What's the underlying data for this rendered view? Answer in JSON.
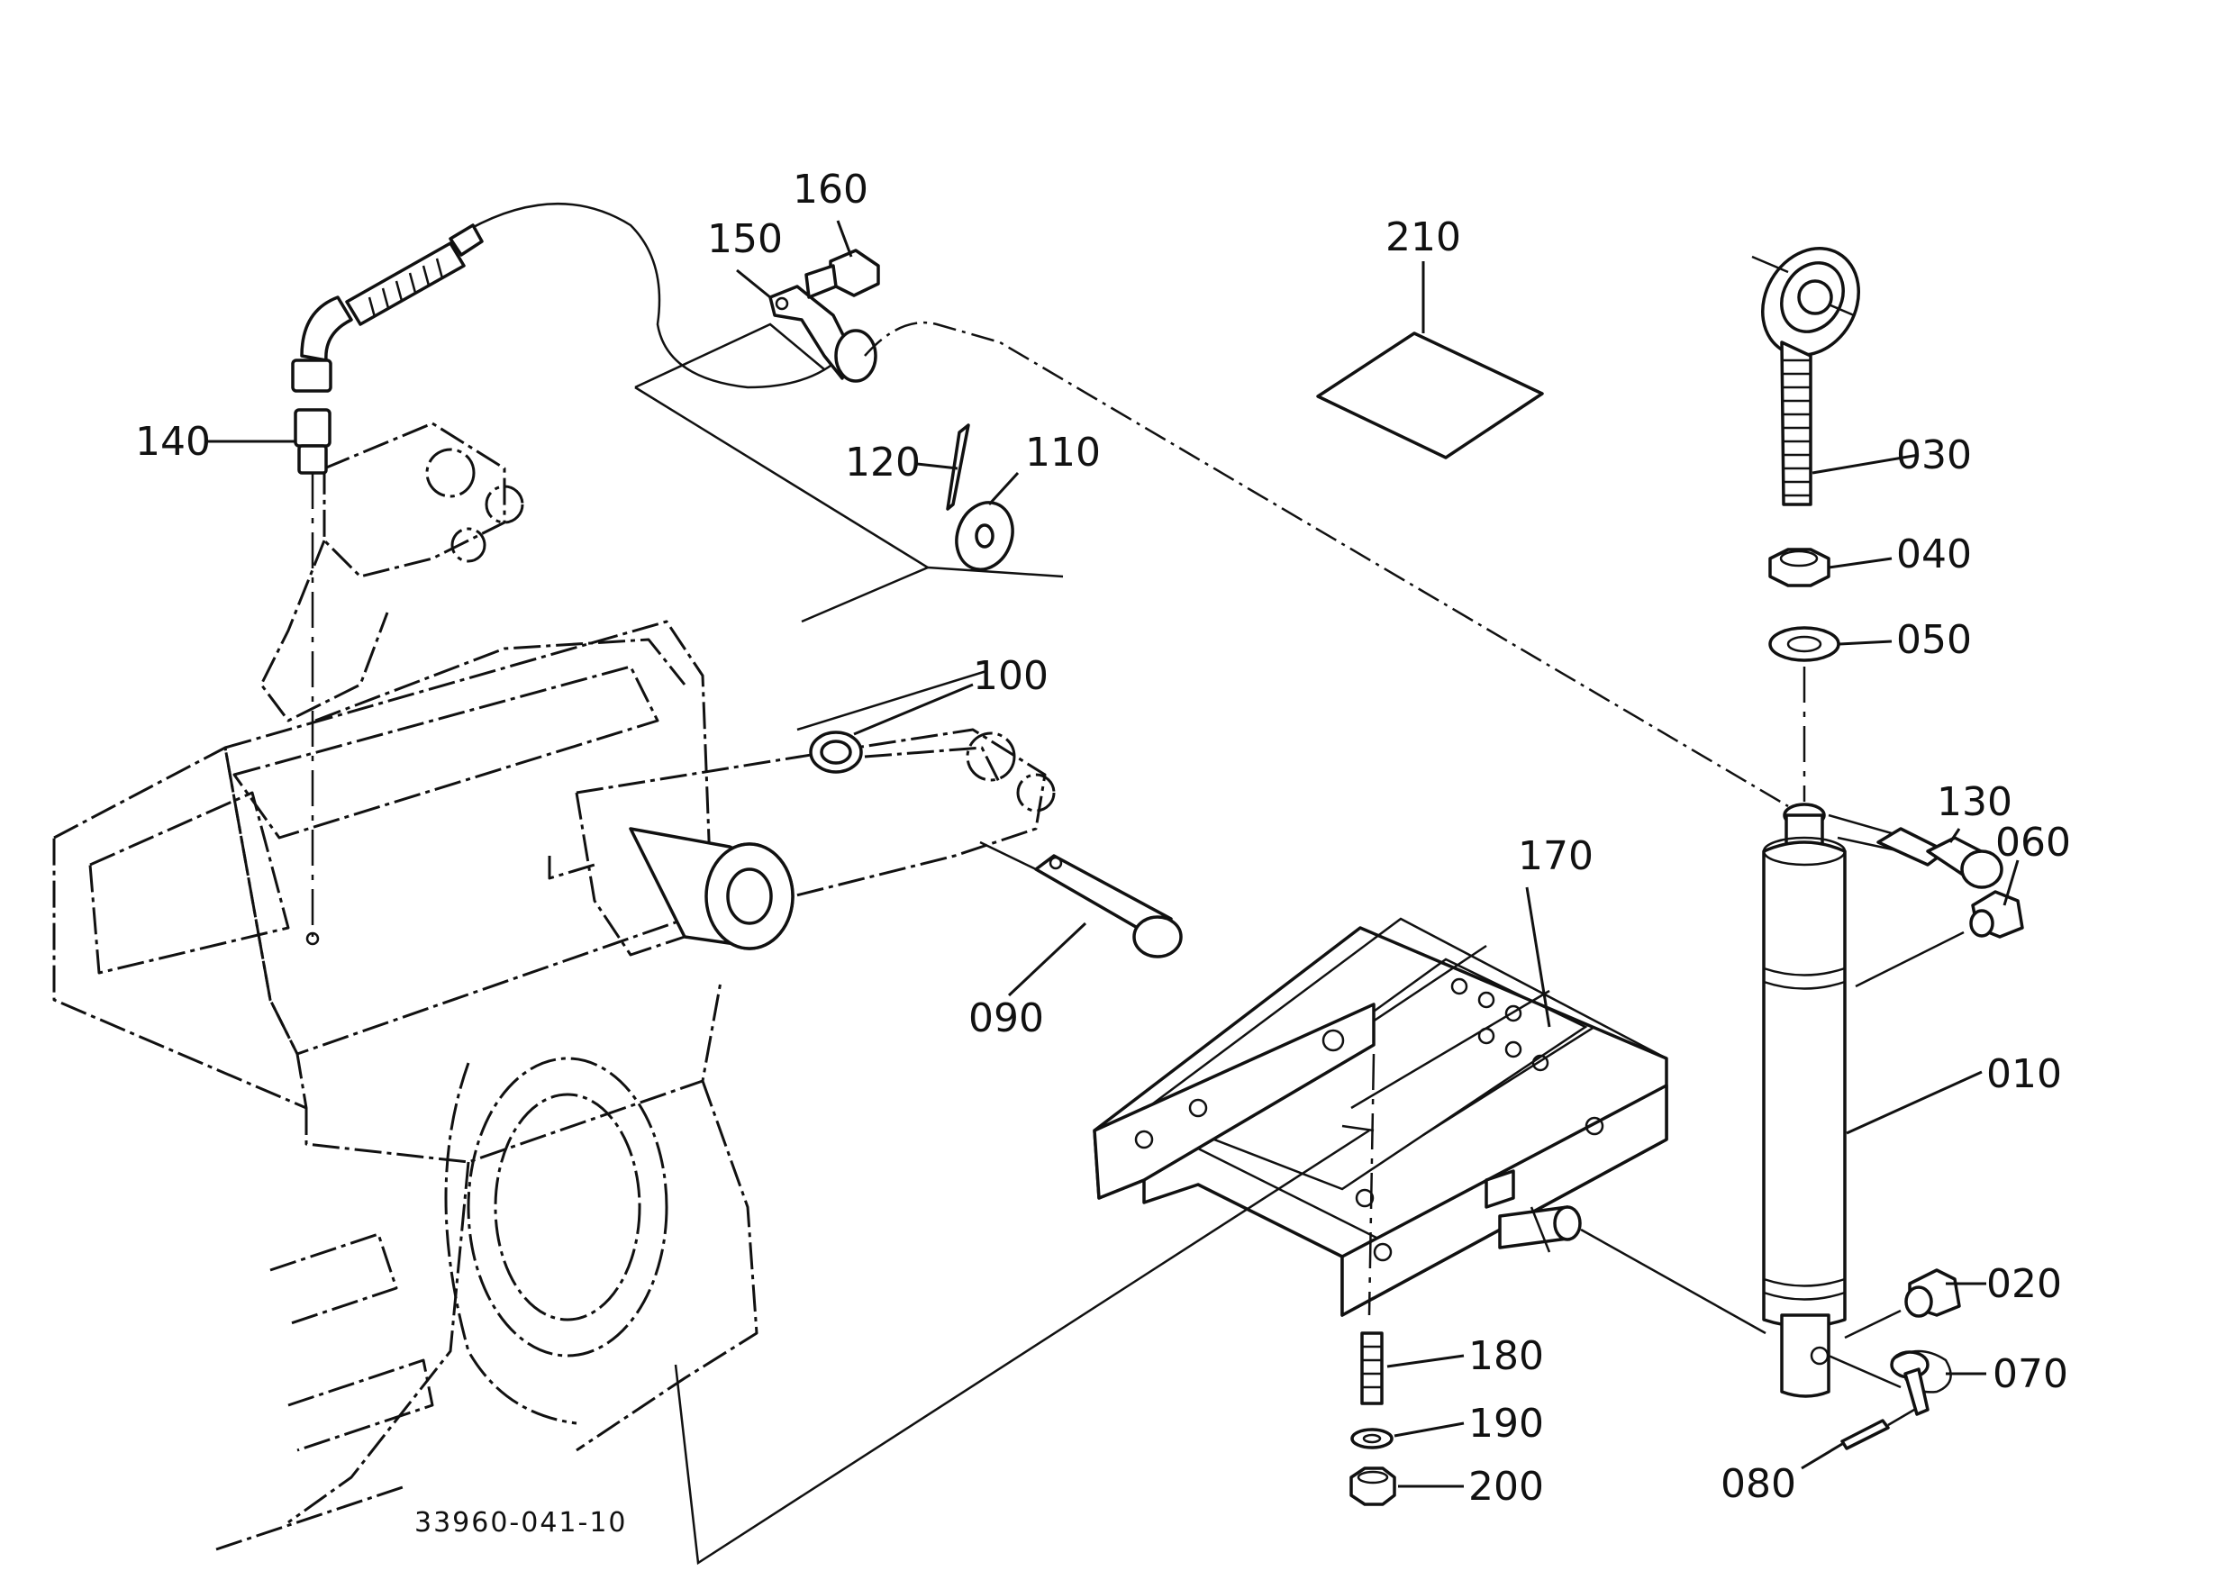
{
  "diagram_code": "33960-041-10",
  "callouts": [
    {
      "id": "c010",
      "text": "010"
    },
    {
      "id": "c020",
      "text": "020"
    },
    {
      "id": "c030",
      "text": "030"
    },
    {
      "id": "c040",
      "text": "040"
    },
    {
      "id": "c050",
      "text": "050"
    },
    {
      "id": "c060",
      "text": "060"
    },
    {
      "id": "c070",
      "text": "070"
    },
    {
      "id": "c080",
      "text": "080"
    },
    {
      "id": "c090",
      "text": "090"
    },
    {
      "id": "c100",
      "text": "100"
    },
    {
      "id": "c110",
      "text": "110"
    },
    {
      "id": "c120",
      "text": "120"
    },
    {
      "id": "c130",
      "text": "130"
    },
    {
      "id": "c140",
      "text": "140"
    },
    {
      "id": "c150",
      "text": "150"
    },
    {
      "id": "c160",
      "text": "160"
    },
    {
      "id": "c170",
      "text": "170"
    },
    {
      "id": "c180",
      "text": "180"
    },
    {
      "id": "c190",
      "text": "190"
    },
    {
      "id": "c200",
      "text": "200"
    },
    {
      "id": "c210",
      "text": "210"
    }
  ]
}
